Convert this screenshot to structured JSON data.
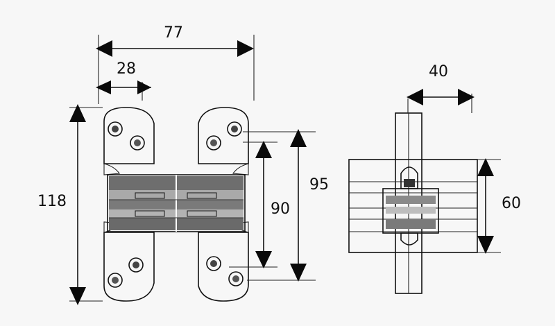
{
  "dimensions": {
    "overall_width": "77",
    "hole_offset": "28",
    "overall_height": "118",
    "inner_height": "90",
    "outer_height": "95",
    "side_depth": "40",
    "side_height": "60"
  },
  "colors": {
    "background": "#f7f7f7",
    "line": "#111111",
    "body_fill": "#ffffff",
    "knuckle_dark": "#6e6e6e",
    "knuckle_mid": "#a9a9a9"
  }
}
